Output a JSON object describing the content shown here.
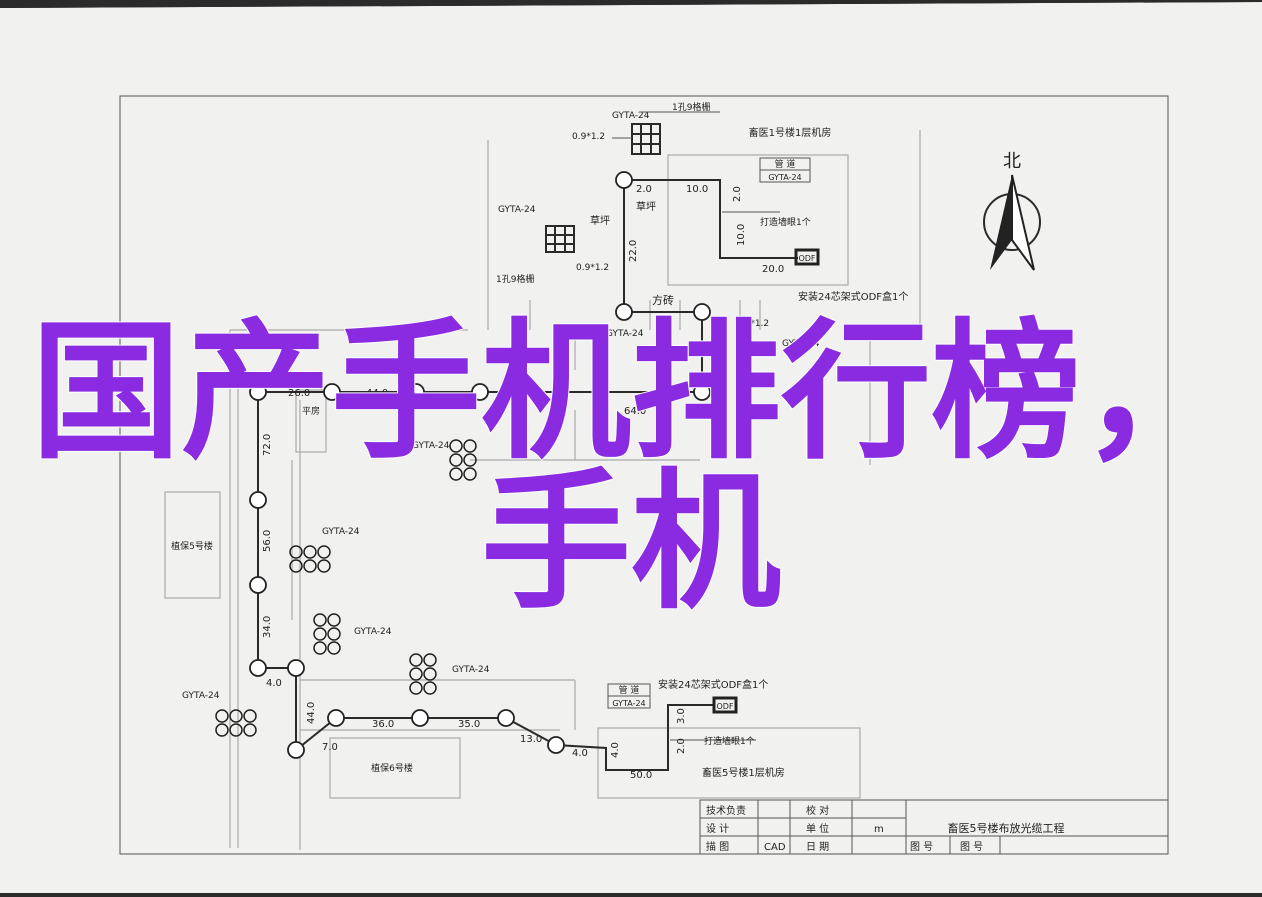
{
  "overlay": {
    "line1": "国产手机排行榜，",
    "line2": "手机"
  },
  "labels": {
    "north": "北",
    "building_top": "畜医1号楼1层机房",
    "grille_1": "1孔9格栅",
    "gyta_1": "GYTA-24",
    "spec_1": "0.9*1.2",
    "duct_1": "管 道",
    "duct_1_sub": "GYTA-24",
    "d_2_0a": "2.0",
    "d_10_0a": "10.0",
    "d_2_0b": "2.0",
    "cabinet_1": "打造墙眼1个",
    "d_10_0b": "10.0",
    "odf_1": "ODF",
    "d_20_0": "20.0",
    "install_1": "安装24芯架式ODF盒1个",
    "lawn": "草坪",
    "lawn_2": "草坪",
    "d_22_0": "22.0",
    "gyta_2": "GYTA-24",
    "grille_2": "1孔9格栅",
    "spec_2": "0.9*1.2",
    "brick": "方砖",
    "gyta_3": "GYTA-24",
    "spec_3": "0.9*1.2",
    "gyta_4": "GYTA-24",
    "d_26": "26.0",
    "d_44": "44.0",
    "pingfang": "平房",
    "d_64": "64.0",
    "gyta_5": "GYTA-24",
    "d_72": "72.0",
    "d_56": "56.0",
    "building_5": "植保5号楼",
    "gyta_6": "GYTA-24",
    "d_34": "34.0",
    "gyta_7": "GYTA-24",
    "gyta_8": "GYTA-24",
    "d_4_0": "4.0",
    "gyta_9": "GYTA-24",
    "d_44b": "44.0",
    "d_36": "36.0",
    "d_35": "35.0",
    "d_7_0": "7.0",
    "d_13": "13.0",
    "d_4_0b": "4.0",
    "building_6": "植保6号楼",
    "duct_2": "管 道",
    "duct_2_sub": "GYTA-24",
    "install_2": "安装24芯架式ODF盒1个",
    "odf_2": "ODF",
    "d_3_0": "3.0",
    "d_4_0c": "4.0",
    "cabinet_2": "打造墙眼1个",
    "d_2_0c": "2.0",
    "d_50": "50.0",
    "building_bottom": "畜医5号楼1层机房",
    "tb_tech": "技术负责",
    "tb_design": "设 计",
    "tb_draw": "描 图",
    "tb_check": "校 对",
    "tb_unit": "单 位",
    "tb_date": "日 期",
    "tb_unit_val": "m",
    "tb_cad": "CAD",
    "tb_project": "畜医5号楼布放光缆工程",
    "tb_drawno": "图 号",
    "tb_drawno_2": "图 号"
  }
}
